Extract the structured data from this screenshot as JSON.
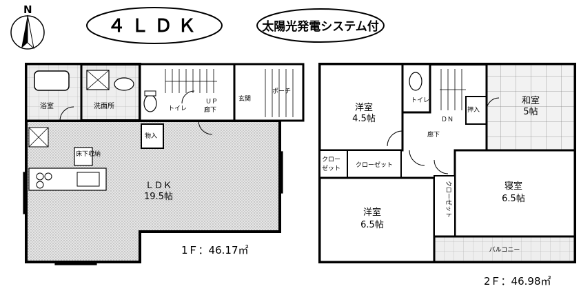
{
  "north_label": "N",
  "title": "４ＬＤＫ",
  "feature": "太陽光発電システム付",
  "first_floor": {
    "bath": "浴室",
    "washroom": "洗面所",
    "toilet": "トイレ",
    "up": "ＵＰ",
    "hallway": "廊下",
    "entrance": "玄関",
    "porch": "ポーチ",
    "closet": "物入",
    "floor_storage": "床下収納",
    "ldk": "ＬＤＫ",
    "ldk_size": "19.5帖",
    "area": "1Ｆ：46.17㎡"
  },
  "second_floor": {
    "western_room_1": "洋室",
    "western_room_1_size": "4.5帖",
    "toilet": "トイレ",
    "down": "ＤＮ",
    "hallway": "廊下",
    "closet": "押入",
    "japanese_room": "和室",
    "japanese_room_size": "5帖",
    "closet_small_a": "クロー",
    "closet_small_b": "ゼット",
    "wardrobe_1": "クローゼット",
    "western_room_2": "洋室",
    "western_room_2_size": "6.5帖",
    "wardrobe_2": "クローゼット",
    "bedroom": "寝室",
    "bedroom_size": "6.5帖",
    "balcony": "バルコニー",
    "area": "2Ｆ：46.98㎡"
  }
}
